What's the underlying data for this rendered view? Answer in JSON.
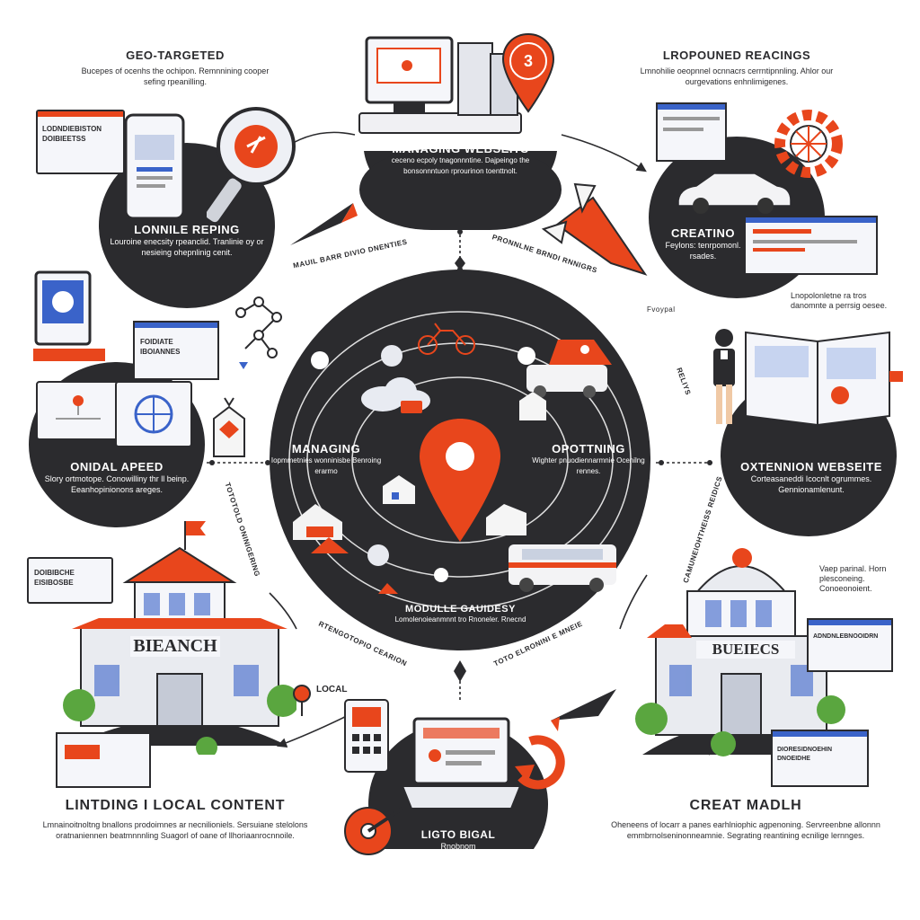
{
  "header_labels": {
    "top_left_title": "GEO-TARGETED",
    "top_left_sub": "Bucepes of ocenhs the ochipon. Remnnining cooper sefing rpeanilling.",
    "top_right_title": "LROPOUNED REACINGS",
    "top_right_sub": "Lmnohilie oeopnnel ocnnacrs cerrntipnnling. Ahlor our ourgevations enhnlimigenes."
  },
  "nodes": {
    "mobile": {
      "title": "LONNILE REPING",
      "sub": "Louroine enecsity rpeanclid. Tranlinie oy or nesieing ohepnlinig cenit."
    },
    "websites": {
      "title": "MANAGING WEBSEITS",
      "sub": "ceceno ecpoly tnagonnntine. Dajpeingo the bonsonnntuon rprourinon toenttnolt."
    },
    "creating": {
      "title": "CREATINO",
      "sub": "Feylons: tenrpomonl. rsades."
    },
    "speed": {
      "title": "ONIDAL APEED",
      "sub": "Slory ortmotope. Conowilliny thr ll beinp. Eeanhopinionons areges."
    },
    "optimize": {
      "title": "OXTENNION WEBSEITE",
      "sub": "Corteasaneddi Icocnlt ogrummes. Gennionamlenunt."
    },
    "bottom": {
      "title": "LIGTO BIGAL",
      "sub": "Rnobnom"
    }
  },
  "center": {
    "left_title": "MANAGING",
    "left_sub": "Iopmmetnies wonninisbe Benroing erarmo",
    "right_title": "OPOTTNING",
    "right_sub": "Wighter pnuodiennarmnie Ocenilng rennes.",
    "bottom_title": "MODULLE GAUIDESY",
    "bottom_sub": "Lomolenoieanmnnt tro Rnoneler. Rnecnd"
  },
  "ring_labels": {
    "top_left": "MAUIL BARR DIVIO DNENTIES",
    "top_right": "PRONNLNE BRNDI RNNIGRS",
    "left": "TOTOTOLD ONINIGERING",
    "right": "CAMUNEIOHTHEISS REIDICS",
    "bottom_left": "RTENGOTOPIO CEARION",
    "bottom_right": "TOTO ELRONINI E MNEIE",
    "right_small": "RELIYS",
    "mid_right": "Fvoypal"
  },
  "side_notes": {
    "right_mid": "Lnopolonletne ra tros danomnte a perrsig oesee.",
    "right_low": "Vaep parinal. Horn plesconeing. Conoeonoient."
  },
  "buildings": {
    "left_sign": "BIEANCH",
    "right_sign": "BUEIECS"
  },
  "cards": {
    "mobile_card": "LODNDIEBISTON DOIBIEETSS",
    "left_small_card": "FOIDIATE IBOIANNES",
    "branch_card": "DOIBIBCHE EISIBOSBE",
    "right_card_a": "ADNDNLEBNOOIDRN",
    "right_card_b": "DIORESIDNOEHIN DNOEIDHE"
  },
  "bottom": {
    "left_title": "LINTDING I LOCAL CONTENT",
    "left_sub": "Lmnainoitnoltng bnallons prodoimnes ar necnilioniels. Sersuiane stelolons oratnaniennen beatmnnnling Suagorl of oane of llhoriaanrocnnoile.",
    "right_title": "CREAT MADLH",
    "right_sub": "Oheneens of locarr a panes earhlniophic agpenoning. Servreenbne allonnn emmbrnolseninonneamnie. Segrating reantining ecnilige lernnges.",
    "local_label": "LOCAL"
  },
  "badge": {
    "number": "3"
  },
  "colors": {
    "dark": "#2b2b2e",
    "orange": "#e8461c",
    "blue": "#3a63c9",
    "green": "#5aa63f",
    "gray": "#d8d8dc"
  }
}
